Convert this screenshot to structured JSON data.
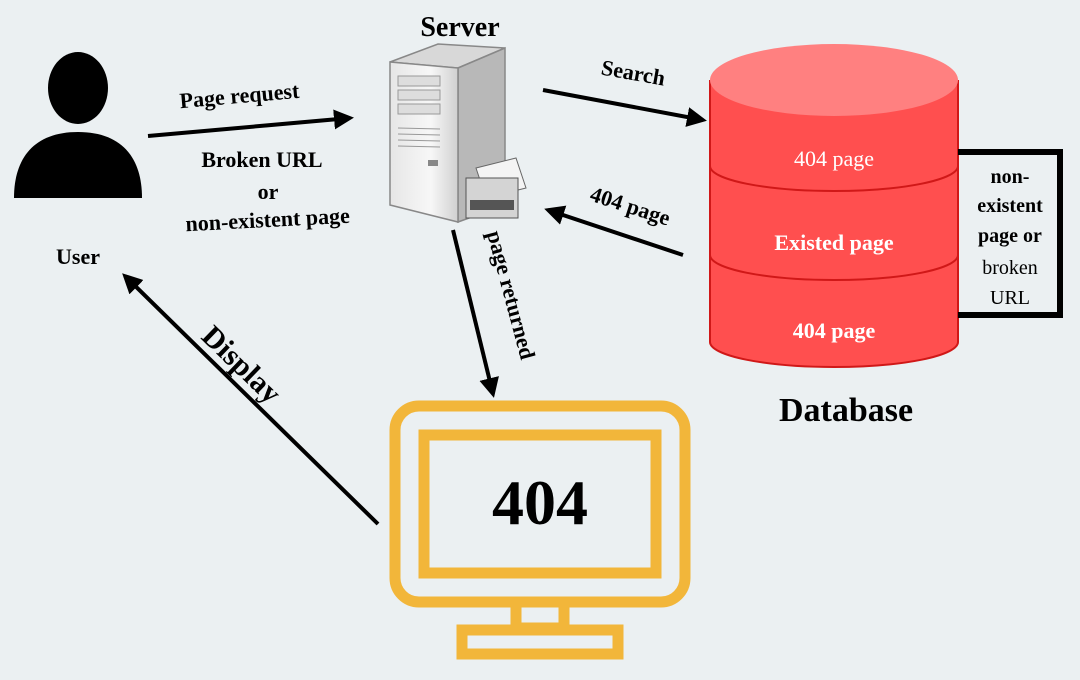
{
  "nodes": {
    "server": "Server",
    "user": "User",
    "database": "Database",
    "monitor": "404"
  },
  "edges": {
    "page_request": "Page request",
    "broken_url": "Broken URL",
    "or": "or",
    "non_existent_page": "non-existent page",
    "search": "Search",
    "page_404": "404 page",
    "page_returned": "page returned",
    "display": "Display"
  },
  "database_layers": {
    "top": "404 page",
    "middle": "Existed page",
    "bottom": "404 page"
  },
  "bracket_note": [
    "non-",
    "existent",
    "page or",
    "broken",
    "URL"
  ],
  "colors": {
    "background": "#ebf0f2",
    "database": "#ff4f4f",
    "database_top": "#ff8080",
    "monitor": "#f2b63a",
    "user": "#000000"
  }
}
